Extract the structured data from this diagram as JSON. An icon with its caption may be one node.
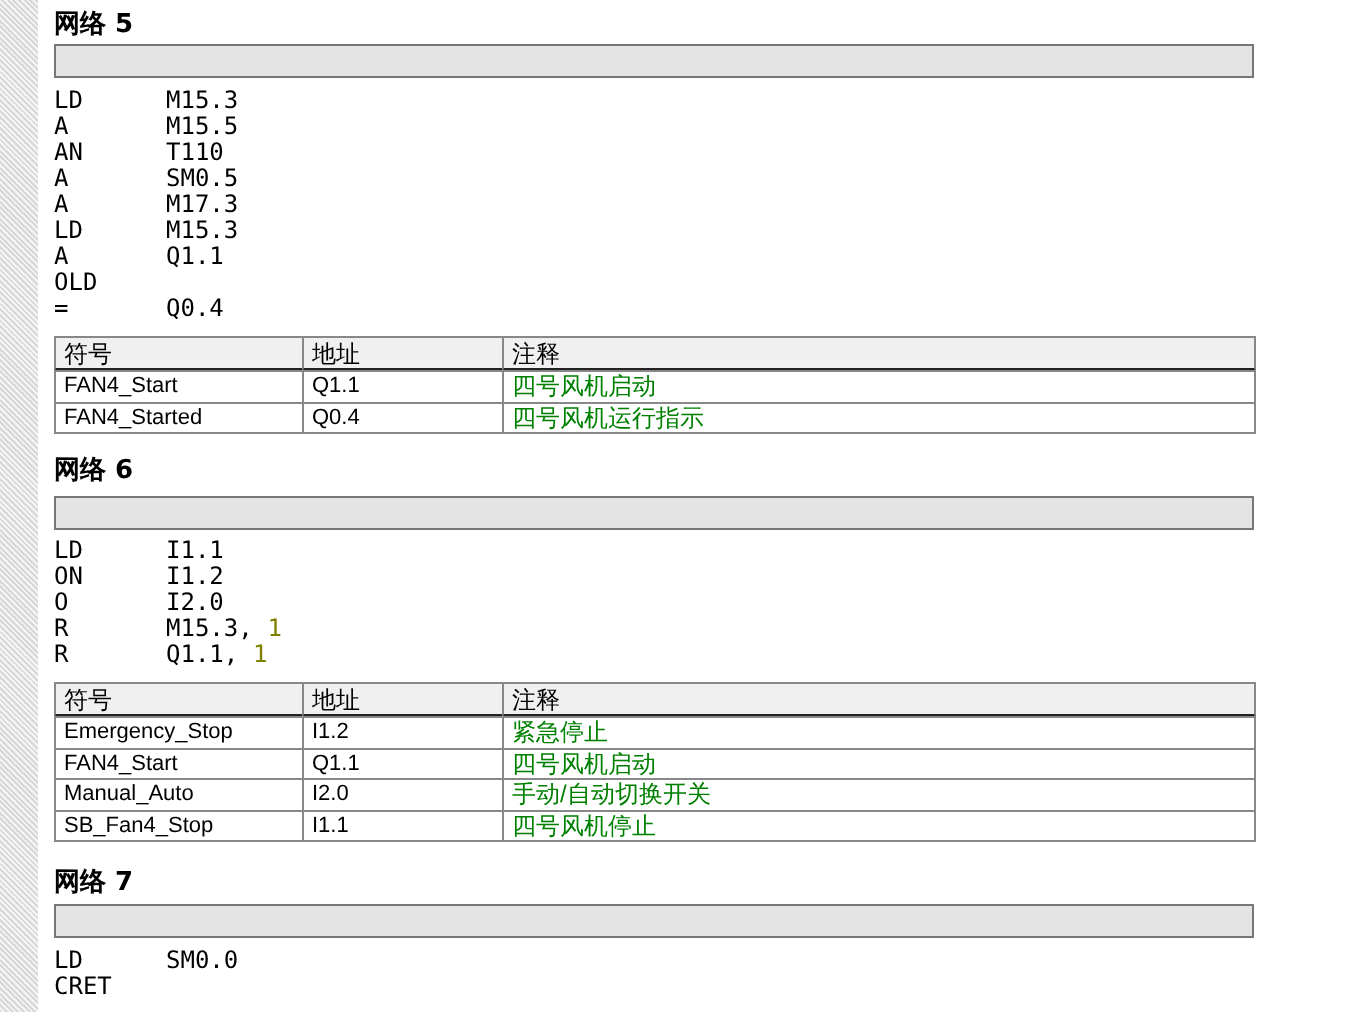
{
  "diagram": {
    "labels": [
      "网络 5",
      "LD",
      "M15.3",
      "A",
      "M15.5",
      "AN",
      "T110",
      "A",
      "SM0.5",
      "A",
      "M17.3",
      "LD",
      "M15.3",
      "A",
      "Q1.1",
      "OLD",
      "=",
      "Q0.4",
      "符号",
      "地址",
      "注释",
      "FAN4_Start",
      "Q1.1",
      "四号风机启动",
      "FAN4_Started",
      "Q0.4",
      "四号风机运行指示",
      "网络 6",
      "LD",
      "I1.1",
      "ON",
      "I1.2",
      "O",
      "I2.0",
      "R",
      "M15.3,",
      "1",
      "R",
      "Q1.1,",
      "1",
      "符号",
      "地址",
      "注释",
      "Emergency_Stop",
      "I1.2",
      "紧急停止",
      "FAN4_Start",
      "Q1.1",
      "四号风机启动",
      "Manual_Auto",
      "I2.0",
      "手动/自动切换开关",
      "SB_Fan4_Stop",
      "I1.1",
      "四号风机停止",
      "网络 7",
      "LD",
      "SM0.0",
      "CRET"
    ]
  }
}
